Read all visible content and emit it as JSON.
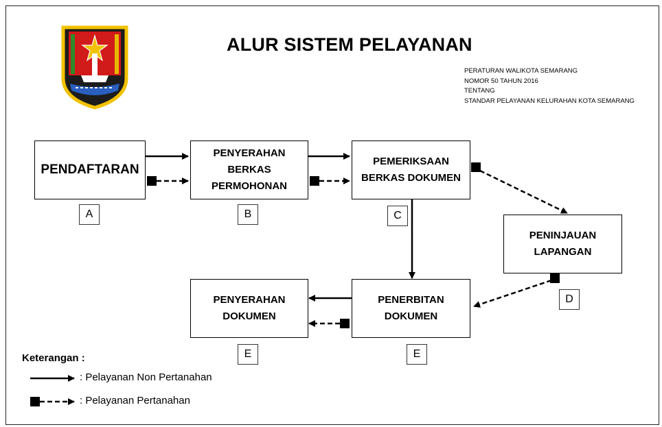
{
  "title": "ALUR SISTEM PELAYANAN",
  "regulation": {
    "lines": [
      "PERATURAN WALIKOTA SEMARANG",
      "NOMOR 50 TAHUN 2016",
      "TENTANG",
      "STANDAR PELAYANAN KELURAHAN KOTA SEMARANG"
    ]
  },
  "steps": {
    "pendaftaran": {
      "lines": [
        "PENDAFTARAN"
      ],
      "label": "A"
    },
    "penyerahan_berkas": {
      "lines": [
        "PENYERAHAN",
        "BERKAS",
        "PERMOHONAN"
      ],
      "label": "B"
    },
    "pemeriksaan": {
      "lines": [
        "PEMERIKSAAN",
        "BERKAS DOKUMEN"
      ],
      "label": "C"
    },
    "peninjauan": {
      "lines": [
        "PENINJAUAN",
        "LAPANGAN"
      ],
      "label": "D"
    },
    "penerbitan": {
      "lines": [
        "PENERBITAN",
        "DOKUMEN"
      ],
      "label": "E"
    },
    "penyerahan_dokumen": {
      "lines": [
        "PENYERAHAN",
        "DOKUMEN"
      ],
      "label": "E"
    }
  },
  "legend": {
    "title": "Keterangan :",
    "solid": ": Pelayanan Non Pertanahan",
    "dashed": ": Pelayanan Pertanahan"
  },
  "colors": {
    "logo_shield": "#d11a1a",
    "logo_border": "#f2c200",
    "logo_sky": "#1c1c1c",
    "logo_green": "#2f8a2a"
  }
}
